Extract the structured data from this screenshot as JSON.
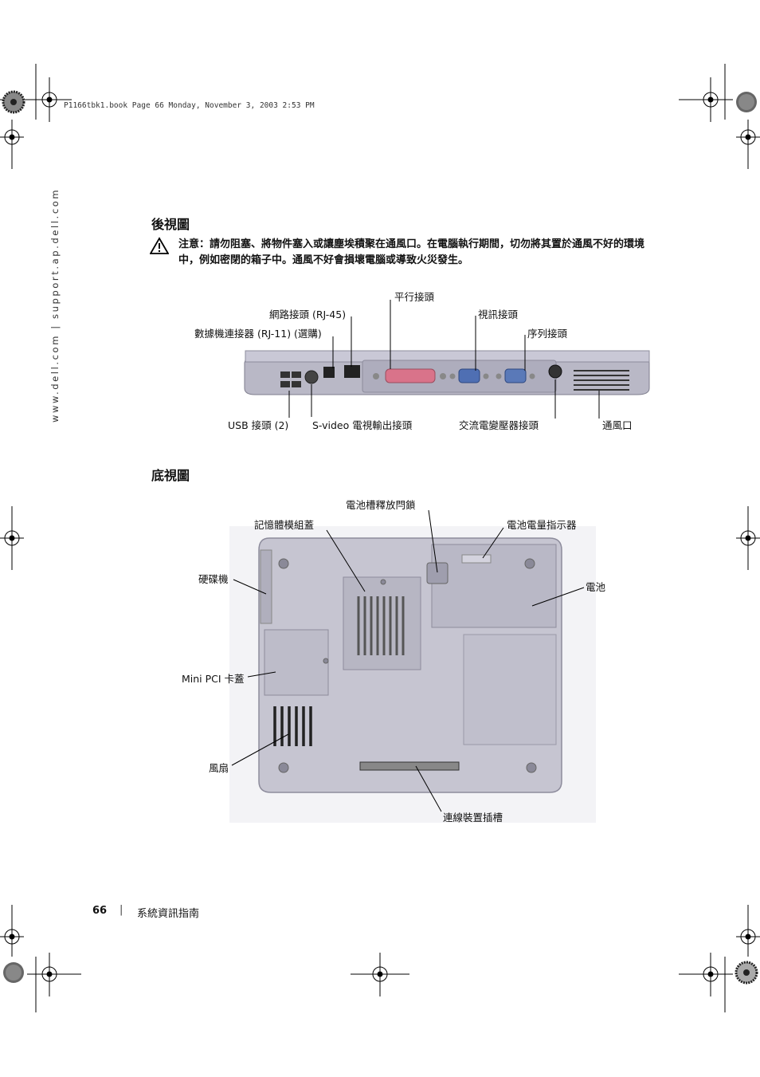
{
  "header": {
    "file_line": "P1166tbk1.book  Page 66  Monday, November 3, 2003  2:53 PM"
  },
  "side": {
    "url": "www.dell.com | support.ap.dell.com"
  },
  "rear": {
    "title": "後視圖",
    "caution_label": "注意：",
    "caution_text": "請勿阻塞、將物件塞入或讓塵埃積聚在通風口。在電腦執行期間，切勿將其置於通風不好的環境中，例如密閉的箱子中。通風不好會損壞電腦或導致火災發生。",
    "labels": {
      "parallel": "平行接頭",
      "network": "網路接頭 (RJ-45)",
      "modem": "數據機連接器 (RJ-11) (選購)",
      "video": "視訊接頭",
      "serial": "序列接頭",
      "usb": "USB 接頭 (2)",
      "svideo": "S-video 電視輸出接頭",
      "ac": "交流電變壓器接頭",
      "vent": "通風口"
    }
  },
  "bottom": {
    "title": "底視圖",
    "labels": {
      "battery_latch": "電池槽釋放閂鎖",
      "memory_cover": "記憶體模組蓋",
      "battery_gauge": "電池電量指示器",
      "hard_drive": "硬碟機",
      "battery": "電池",
      "mini_pci": "Mini PCI 卡蓋",
      "fan": "風扇",
      "docking": "連線裝置插槽"
    }
  },
  "footer": {
    "page_number": "66",
    "separator": "|",
    "title": "系統資訊指南"
  },
  "colors": {
    "chassis": "#b9b8c6",
    "chassis_dark": "#8d8c9c",
    "parallel_port": "#d9738a",
    "vga_port": "#4f6fb3",
    "serial_port": "#5a79b8"
  }
}
